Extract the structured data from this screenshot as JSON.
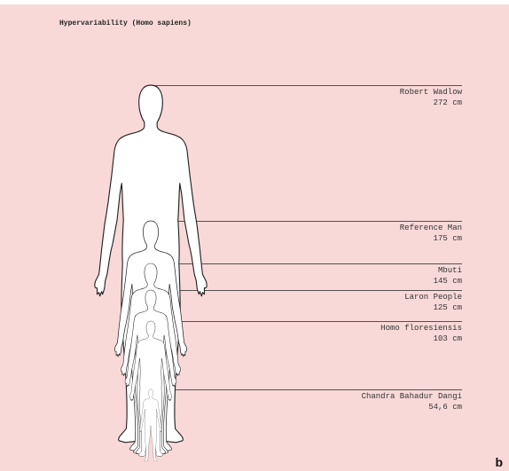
{
  "title": "Hypervariability (Homo sapiens)",
  "panel_letter": "b",
  "colors": {
    "background": "#f9d9d8",
    "figure_fill": "#ffffff",
    "outline": "#222222"
  },
  "figures": [
    {
      "name": "Robert Wadlow",
      "height": "272 cm",
      "height_cm": 272
    },
    {
      "name": "Reference Man",
      "height": "175 cm",
      "height_cm": 175
    },
    {
      "name": "Mbuti",
      "height": "145 cm",
      "height_cm": 145
    },
    {
      "name": "Laron People",
      "height": "125 cm",
      "height_cm": 125
    },
    {
      "name": "Homo floresiensis",
      "height": "103 cm",
      "height_cm": 103
    },
    {
      "name": "Chandra Bahadur Dangi",
      "height": "54,6 cm",
      "height_cm": 54.6
    }
  ]
}
